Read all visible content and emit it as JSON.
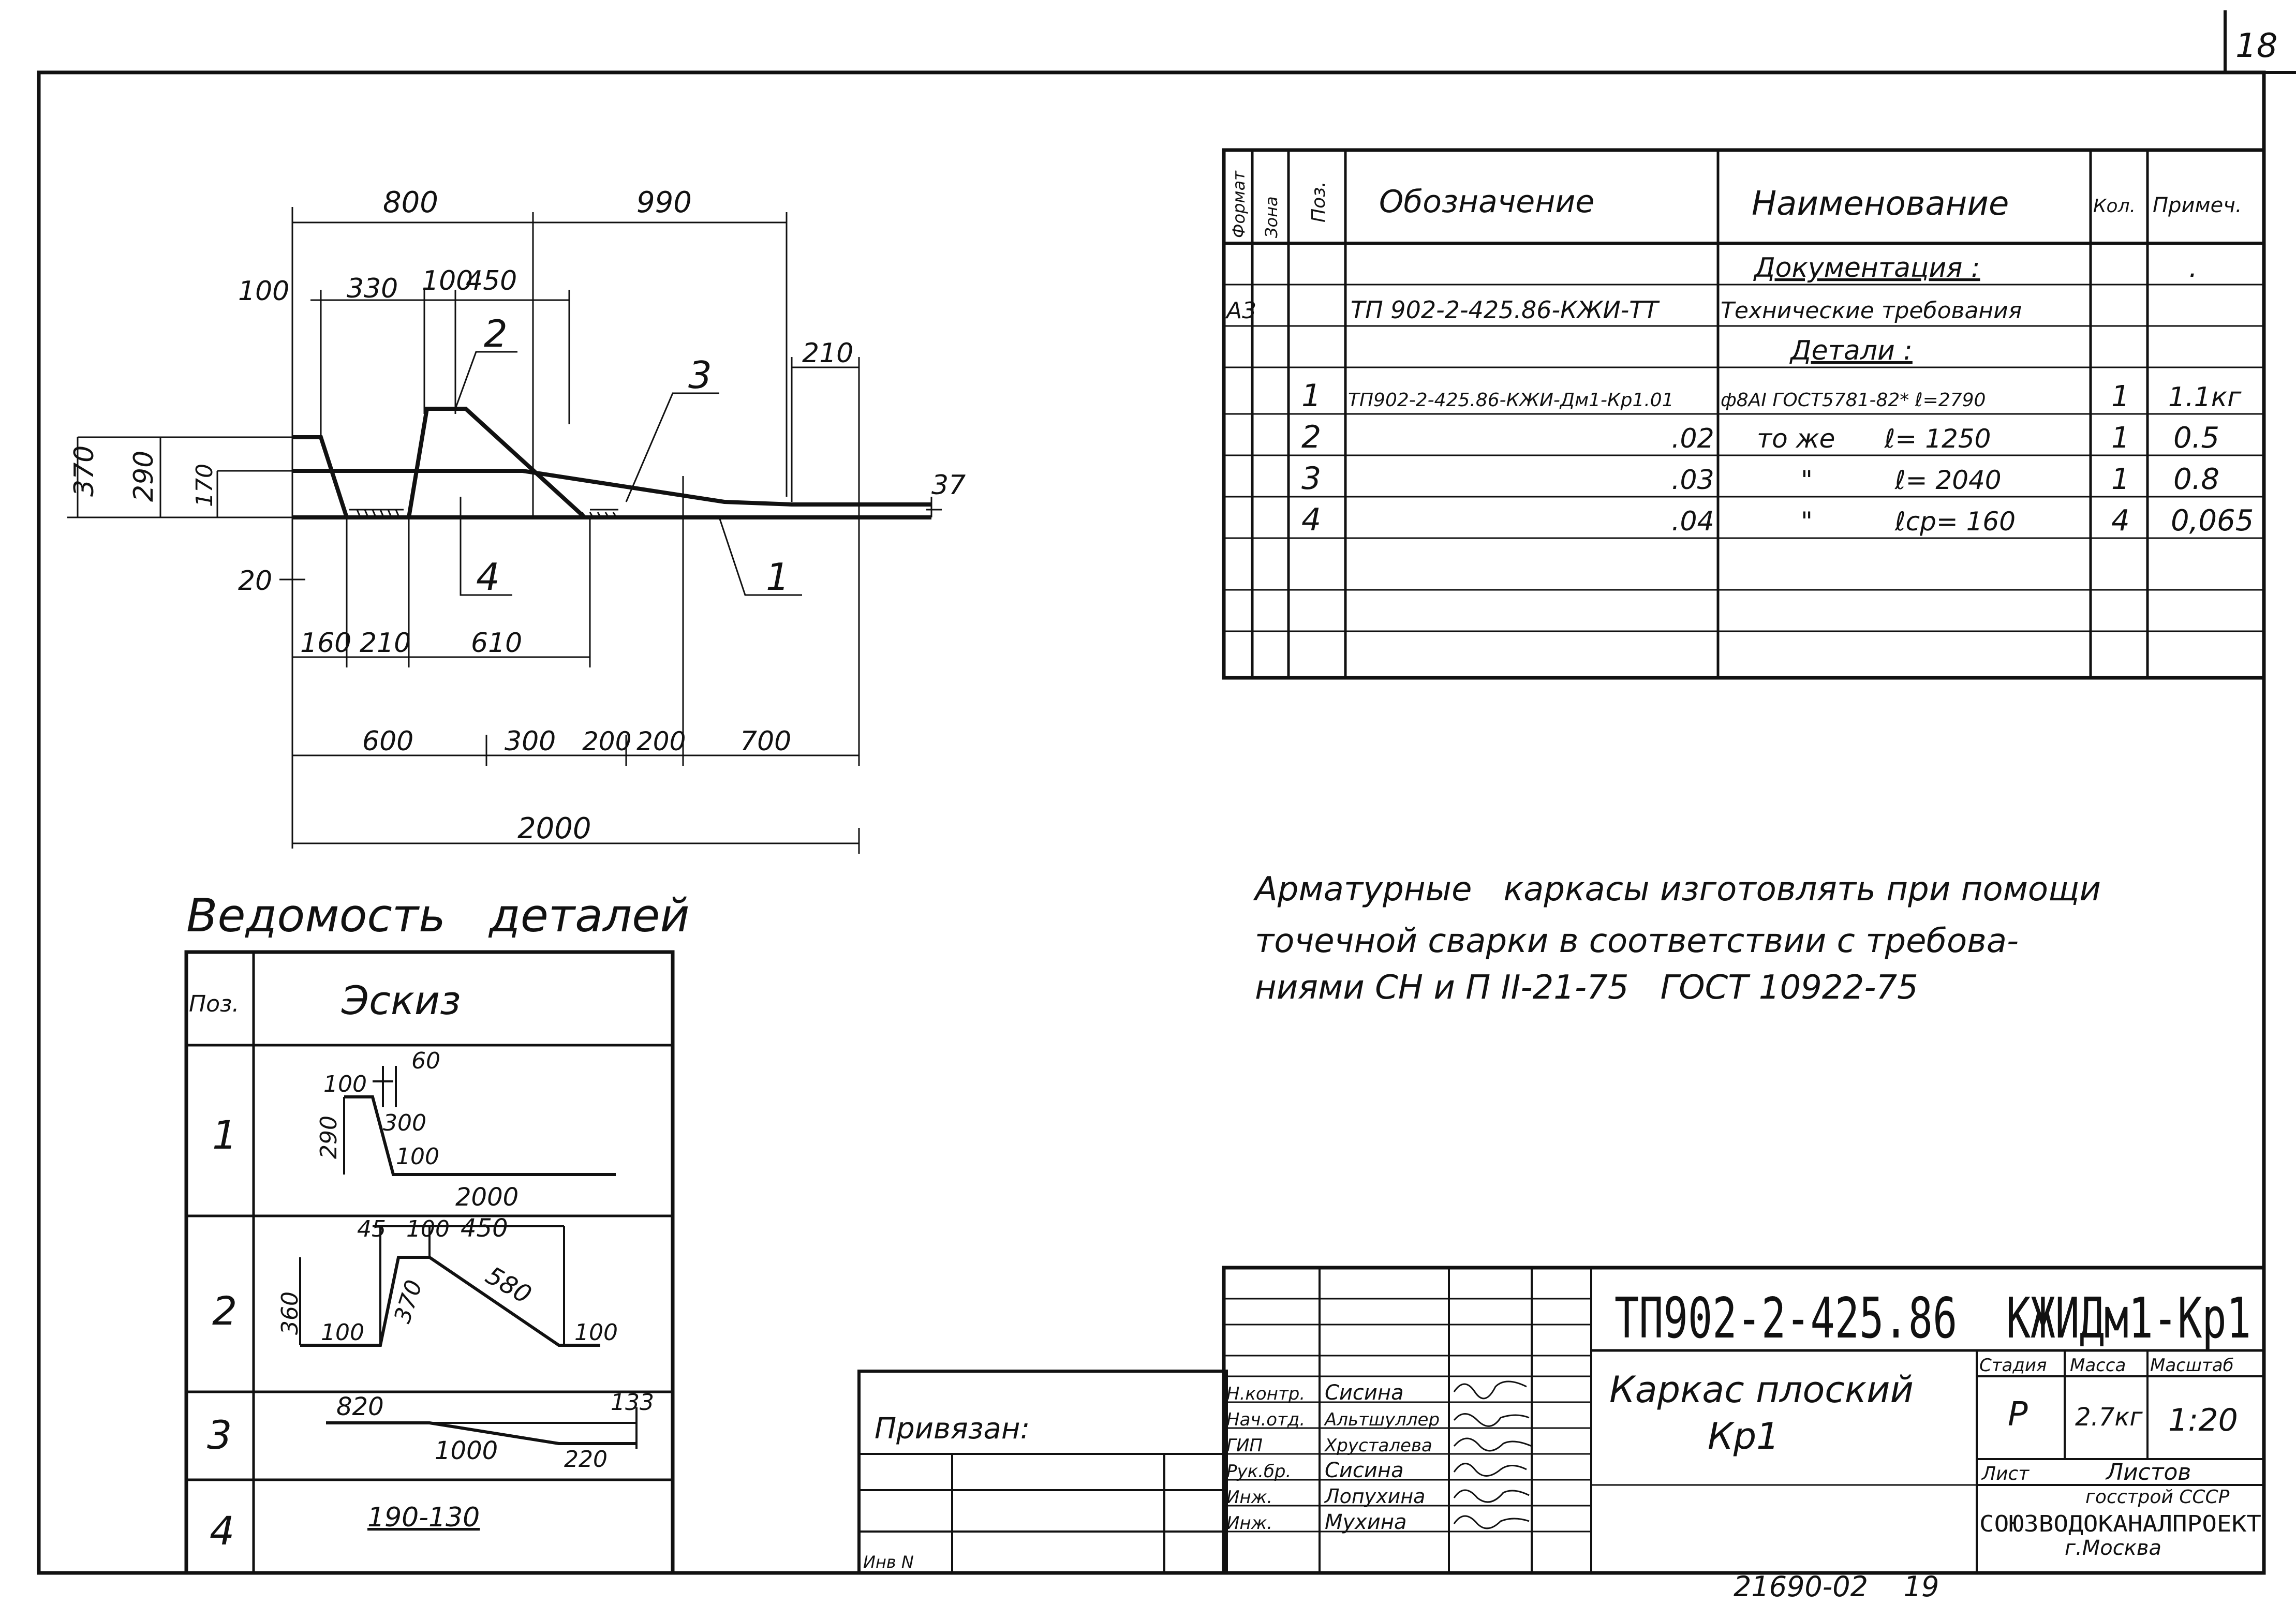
{
  "sheet_number": "18",
  "drawing": {
    "dims_top": [
      "800",
      "990"
    ],
    "dims_upper": [
      "100",
      "330",
      "100",
      "450",
      "210"
    ],
    "dims_left": [
      "370",
      "290",
      "170",
      "20"
    ],
    "dim_right": "37",
    "dims_lower": [
      "160",
      "210",
      "610"
    ],
    "dims_bottom": [
      "600",
      "300",
      "200",
      "200",
      "700"
    ],
    "dim_total": "2000",
    "position_labels": [
      "1",
      "2",
      "3",
      "4"
    ]
  },
  "spec_table": {
    "headers": [
      "Формат",
      "Зона",
      "Поз.",
      "Обозначение",
      "Наименование",
      "Кол.",
      "Примеч."
    ],
    "rows": [
      {
        "format": "",
        "zone": "",
        "pos": "",
        "designation": "",
        "name": "Документация :",
        "qty": "",
        "note": "."
      },
      {
        "format": "А3",
        "zone": "",
        "pos": "",
        "designation": "ТП 902-2-425.86-КЖИ-ТТ",
        "name": "Технические требования",
        "qty": "",
        "note": ""
      },
      {
        "format": "",
        "zone": "",
        "pos": "",
        "designation": "",
        "name": "Детали :",
        "qty": "",
        "note": ""
      },
      {
        "format": "",
        "zone": "",
        "pos": "1",
        "designation": "ТП902-2-425.86-КЖИ-Дм1-Кр1.01",
        "name": "ф8АI ГОСТ5781-82* ℓ=2790",
        "qty": "1",
        "note": "1.1кг"
      },
      {
        "format": "",
        "zone": "",
        "pos": "2",
        "designation": ".02",
        "name": "то же      ℓ= 1250",
        "qty": "1",
        "note": "0.5"
      },
      {
        "format": "",
        "zone": "",
        "pos": "3",
        "designation": ".03",
        "name": "\"          ℓ= 2040",
        "qty": "1",
        "note": "0.8"
      },
      {
        "format": "",
        "zone": "",
        "pos": "4",
        "designation": ".04",
        "name": "\"          ℓср= 160",
        "qty": "4",
        "note": "0,065"
      },
      {
        "format": "",
        "zone": "",
        "pos": "",
        "designation": "",
        "name": "",
        "qty": "",
        "note": ""
      },
      {
        "format": "",
        "zone": "",
        "pos": "",
        "designation": "",
        "name": "",
        "qty": "",
        "note": ""
      },
      {
        "format": "",
        "zone": "",
        "pos": "",
        "designation": "",
        "name": "",
        "qty": "",
        "note": ""
      }
    ]
  },
  "note_lines": [
    "Арматурные   каркасы изготовлять при помощи",
    "точечной сварки в соответствии с требова-",
    "ниями СН и П II-21-75   ГОСТ 10922-75"
  ],
  "details_title": "Ведомость   деталей",
  "details_table": {
    "headers": [
      "Поз.",
      "Эскиз"
    ],
    "rows": [
      {
        "pos": "1",
        "dims": [
          "100",
          "60",
          "290",
          "300",
          "100",
          "2000"
        ]
      },
      {
        "pos": "2",
        "dims": [
          "45",
          "100",
          "450",
          "360",
          "370",
          "580",
          "100",
          "100"
        ]
      },
      {
        "pos": "3",
        "dims": [
          "820",
          "133",
          "1000",
          "220"
        ]
      },
      {
        "pos": "4",
        "dims": [
          "190-130"
        ]
      }
    ]
  },
  "privyazan": {
    "label": "Привязан:",
    "inv_label": "Инв N"
  },
  "title_block": {
    "code": "ТП902-2-425.86  КЖИДм1-Кр1",
    "title_line1": "Каркас плоский",
    "title_line2": "Кр1",
    "stage_header": "Стадия",
    "mass_header": "Масса",
    "scale_header": "Масштаб",
    "stage": "Р",
    "mass": "2.7кг",
    "scale": "1:20",
    "sheet_label": "Лист",
    "sheets_label": "Листов",
    "org1": "госстрой СССР",
    "org2": "СОЮЗВОДОКАНАЛПРОЕКТ",
    "org3": "г.Москва",
    "signatures": [
      {
        "role": "Н.контр.",
        "name": "Сисина"
      },
      {
        "role": "Нач.отд.",
        "name": "Альтшуллер"
      },
      {
        "role": "ГИП",
        "name": "Хрусталева"
      },
      {
        "role": "Рук.бр.",
        "name": "Сисина"
      },
      {
        "role": "Инж.",
        "name": "Лопухина"
      },
      {
        "role": "Инж.",
        "name": "Мухина"
      }
    ]
  },
  "bottom_code": "21690-02    19"
}
